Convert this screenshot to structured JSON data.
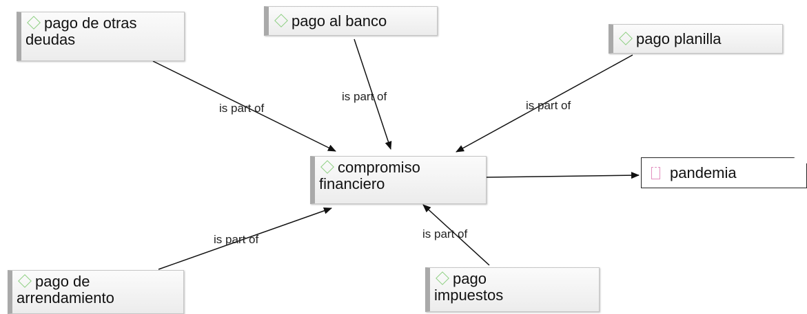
{
  "nodes": {
    "otras_deudas": {
      "label": "pago de otras deudas",
      "line1": "pago de otras",
      "line2": "deudas"
    },
    "banco": {
      "label": "pago al banco"
    },
    "planilla": {
      "label": "pago planilla"
    },
    "compromiso": {
      "line1": "compromiso",
      "line2": "financiero"
    },
    "pandemia": {
      "label": "pandemia"
    },
    "arrendamiento": {
      "line1": "pago de",
      "line2": "arrendamiento"
    },
    "impuestos": {
      "line1": "pago",
      "line2": "impuestos"
    }
  },
  "edges": {
    "otras_deudas_label": "is part of",
    "banco_label": "is part of",
    "planilla_label": "is part of",
    "arrendamiento_label": "is part of",
    "impuestos_label": "is part of"
  },
  "colors": {
    "code_icon": "#8ccf80",
    "document_icon": "#e38fbf",
    "edge": "#111111"
  }
}
